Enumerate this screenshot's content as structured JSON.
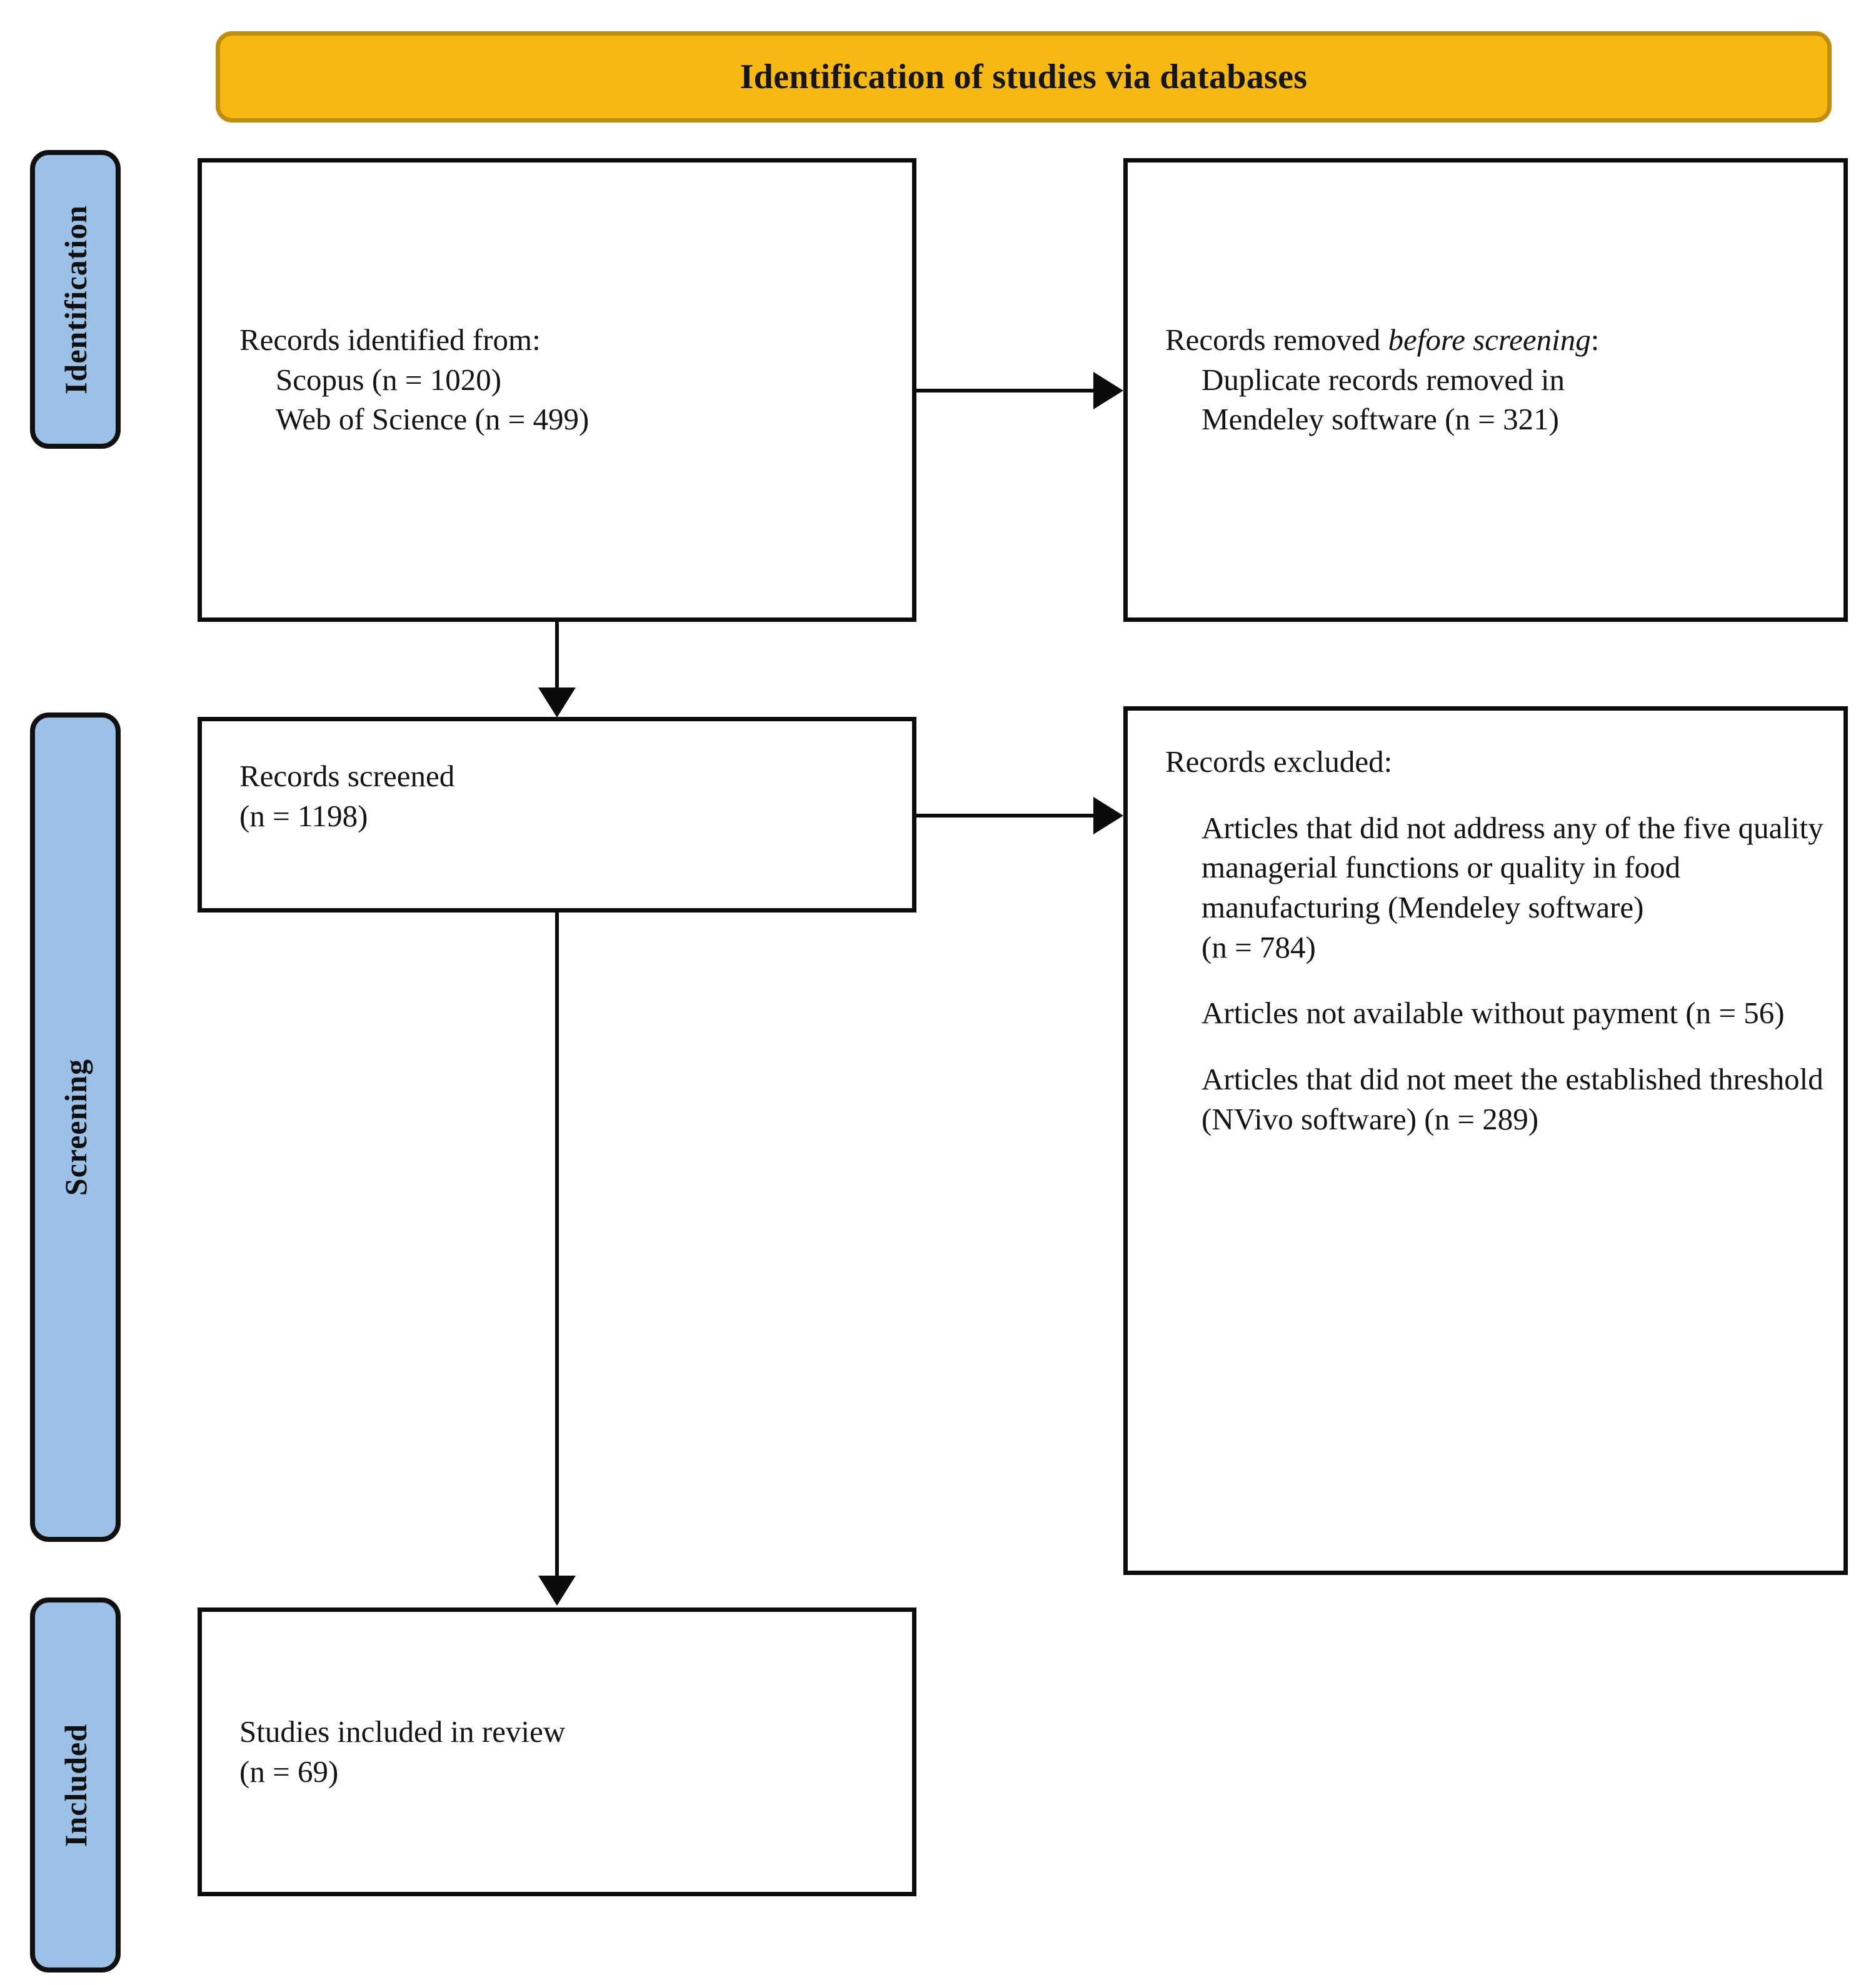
{
  "banner": {
    "title": "Identification of studies via databases"
  },
  "phases": [
    {
      "id": "identification",
      "label": "Identification"
    },
    {
      "id": "screening",
      "label": "Screening"
    },
    {
      "id": "included",
      "label": "Included"
    }
  ],
  "boxes": {
    "identified": {
      "heading": "Records identified from:",
      "lines": [
        "Scopus (n = 1020)",
        "Web of Science (n = 499)"
      ]
    },
    "removed": {
      "heading_prefix": "Records removed ",
      "heading_italic": "before screening",
      "heading_suffix": ":",
      "lines": [
        "Duplicate records removed in",
        "Mendeley software (n = 321)"
      ]
    },
    "screened": {
      "heading": "Records screened",
      "count": "(n = 1198)"
    },
    "excluded": {
      "heading": "Records excluded:",
      "reasons": [
        {
          "text": "Articles that did not address any of the five quality managerial functions or quality in food manufacturing (Mendeley software)",
          "count": "(n = 784)"
        },
        {
          "text": "Articles not available without payment (n = 56)",
          "count": ""
        },
        {
          "text": "Articles that did not meet the established threshold (NVivo software) (n = 289)",
          "count": ""
        }
      ]
    },
    "included": {
      "heading": "Studies included in review",
      "count": "(n = 69)"
    }
  },
  "colors": {
    "banner_fill": "#F5B911",
    "banner_border": "#BF8E0E",
    "phase_fill": "#9BC2E6",
    "stroke": "#0B0B0B",
    "box_fill": "#FFFFFF"
  }
}
